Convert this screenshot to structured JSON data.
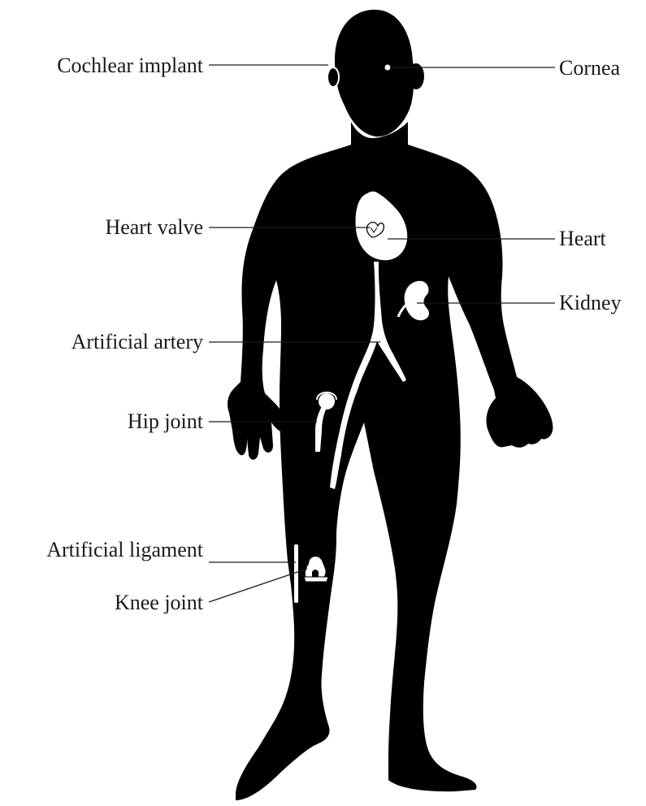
{
  "labels": {
    "cochlear_implant": "Cochlear implant",
    "cornea": "Cornea",
    "heart_valve": "Heart valve",
    "heart": "Heart",
    "kidney": "Kidney",
    "artificial_artery": "Artificial artery",
    "hip_joint": "Hip joint",
    "artificial_ligament": "Artificial ligament",
    "knee_joint": "Knee joint"
  }
}
